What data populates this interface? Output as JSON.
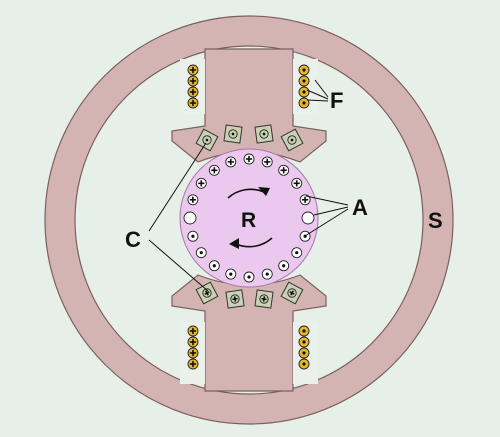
{
  "labels": {
    "stator": "S",
    "rotor": "R",
    "field_winding": "F",
    "armature_conductor": "A",
    "compensating_winding": "C"
  },
  "colors": {
    "background": "#e7f0e8",
    "stator_fill": "#d4b4b2",
    "stator_stroke": "#7a5f5f",
    "rotor_fill": "#ebc8ee",
    "field_conductor": "#e7b72e",
    "comp_slot": "#cad0b4",
    "armature_conductor_fill": "#ffffff"
  },
  "icons": {
    "into_page": "plus-cross-symbol",
    "out_of_page": "dot-symbol",
    "rotation": "curved-arrow"
  }
}
